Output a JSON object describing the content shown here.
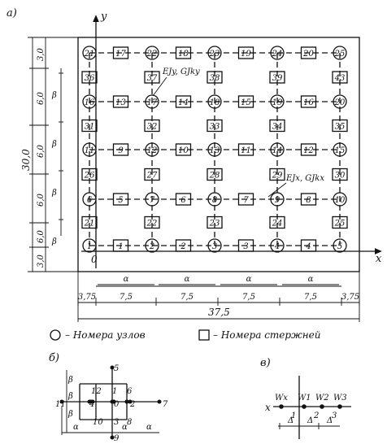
{
  "panel_a": {
    "label": "a)",
    "y_axis": "y",
    "x_axis": "x",
    "origin": "0",
    "total_height": "30,0",
    "total_width": "37,5",
    "left_dims": [
      "3,0",
      "6,0",
      "6,0",
      "6,0",
      "6,0",
      "3,0"
    ],
    "beta": "β",
    "alpha": "α",
    "bottom_dims": [
      "3,75",
      "7,5",
      "7,5",
      "7,5",
      "7,5",
      "3,75"
    ],
    "nodes": [
      [
        "21",
        "22",
        "23",
        "24",
        "25"
      ],
      [
        "16",
        "17",
        "18",
        "19",
        "20"
      ],
      [
        "11",
        "12",
        "13",
        "14",
        "15"
      ],
      [
        "6",
        "7",
        "8",
        "9",
        "10"
      ],
      [
        "1",
        "2",
        "3",
        "4",
        "5"
      ]
    ],
    "horizontal_bars": [
      [
        "17",
        "18",
        "19",
        "20"
      ],
      [
        "13",
        "14",
        "15",
        "16"
      ],
      [
        "9",
        "10",
        "11",
        "12"
      ],
      [
        "5",
        "6",
        "7",
        "8"
      ],
      [
        "1",
        "2",
        "3",
        "4"
      ]
    ],
    "vertical_bars": [
      [
        "36",
        "37",
        "38",
        "39",
        "43"
      ],
      [
        "31",
        "32",
        "33",
        "34",
        "35"
      ],
      [
        "26",
        "27",
        "28",
        "29",
        "30"
      ],
      [
        "21",
        "22",
        "23",
        "24",
        "25"
      ]
    ],
    "annot_y": "EJy, GJky",
    "annot_x": "EJx, GJkx"
  },
  "legend": {
    "nodes_label": "– Номера узлов",
    "bars_label": "– Номера стержней"
  },
  "panel_b": {
    "label": "б)",
    "nodes": [
      "5",
      "12",
      "1",
      "6",
      "11",
      "4",
      "0",
      "2",
      "7",
      "10",
      "3",
      "8",
      "9"
    ],
    "alpha": "α",
    "beta": "β"
  },
  "panel_v": {
    "label": "в)",
    "x_axis": "x",
    "w_labels": [
      "Wx",
      "W1",
      "W2",
      "W3"
    ],
    "numbers": [
      "1",
      "2",
      "3"
    ],
    "delta": "Δ"
  }
}
